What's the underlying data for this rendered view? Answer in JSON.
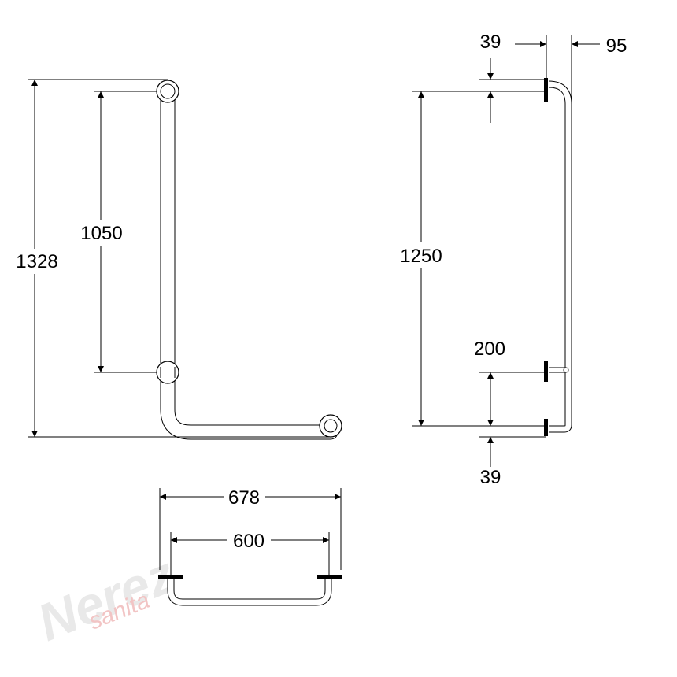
{
  "dimensions": {
    "total_height": "1328",
    "bracket_spacing": "1050",
    "side_height": "1250",
    "top_offset": "39",
    "wall_projection": "95",
    "lower_bracket_offset": "200",
    "bottom_offset": "39",
    "overall_width": "678",
    "inner_width": "600"
  },
  "watermark": {
    "brand": "Nerez",
    "subtitle": "sanita"
  },
  "colors": {
    "line": "#000000",
    "watermark_brand": "#e9e9e9",
    "watermark_subtitle": "#f2c4c4"
  }
}
